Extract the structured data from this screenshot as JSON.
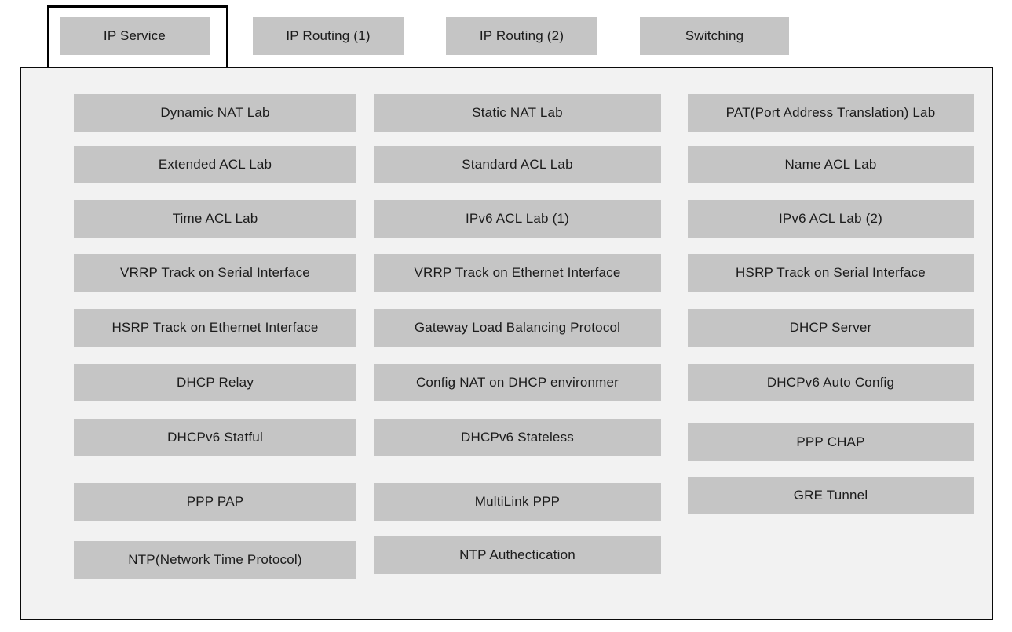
{
  "tabs": {
    "items": [
      {
        "label": "IP Service",
        "selected": true
      },
      {
        "label": "IP Routing (1)",
        "selected": false
      },
      {
        "label": "IP Routing (2)",
        "selected": false
      },
      {
        "label": "Switching",
        "selected": false
      }
    ]
  },
  "labs": [
    "Dynamic NAT Lab",
    "Static NAT Lab",
    "PAT(Port Address Translation) Lab",
    "Extended ACL Lab",
    "Standard ACL Lab",
    "Name ACL Lab",
    "Time ACL Lab",
    "IPv6 ACL Lab (1)",
    "IPv6 ACL Lab (2)",
    "VRRP Track on Serial Interface",
    "VRRP Track on Ethernet Interface",
    "HSRP Track on Serial Interface",
    "HSRP Track on Ethernet Interface",
    "Gateway Load Balancing Protocol",
    "DHCP Server",
    "DHCP Relay",
    "Config NAT on DHCP environmer",
    "DHCPv6 Auto Config",
    "DHCPv6 Statful",
    "DHCPv6 Stateless",
    "PPP CHAP",
    "PPP PAP",
    "MultiLink PPP",
    "GRE Tunnel",
    "NTP(Network Time Protocol)",
    "NTP Authectication"
  ],
  "colors": {
    "button_bg": "#c5c5c5",
    "panel_bg": "#f2f2f2",
    "panel_border": "#0a0a0a",
    "indicator_border": "#000000",
    "text": "#1b1b1b",
    "page_bg": "#ffffff"
  }
}
